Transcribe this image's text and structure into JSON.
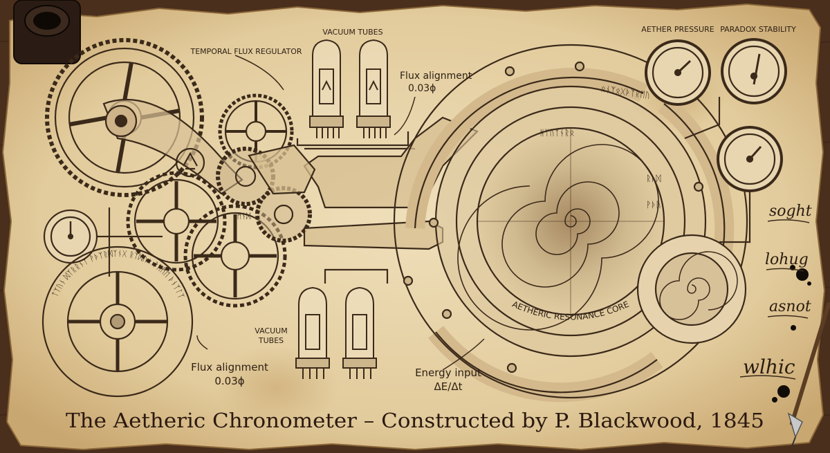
{
  "title": "The Aetheric Chronometer – Constructed by P. Blackwood, 1845",
  "labels": {
    "temporal_flux_regulator": "TEMPORAL FLUX REGULATOR",
    "vacuum_tubes_top": "VACUUM TUBES",
    "vacuum_tubes_bottom_1": "VACUUM",
    "vacuum_tubes_bottom_2": "TUBES",
    "flux_alignment_top_1": "Flux alignment",
    "flux_alignment_top_2": "0.03ϕ",
    "flux_alignment_bottom_1": "Flux alignment",
    "flux_alignment_bottom_2": "0.03ϕ",
    "energy_input_1": "Energy input",
    "energy_input_2": "ΔE/Δt",
    "aether_pressure": "AETHER PRESSURE",
    "paradox_stability": "PARADOX STABILITY",
    "resonance_core": "AETHERIC RESONANCE CORE"
  },
  "margin_notes": [
    "soght",
    "lohug",
    "asnot",
    "wlhic"
  ],
  "rune_bands": {
    "core_top": "ᚻᛉᚢᛉᚾᚱᛟ",
    "outer_ring_top": "ᛟᚾᛉᛟᚷᚦᛉᚱᛖᚢ",
    "outer_ring_right_1": "ᚱᚦᛞ",
    "outer_ring_right_2": "ᚹᚦᚢ",
    "small_gear": "ᚲᛗᚾᛞ",
    "lower_wheel": "ᛏᛉᚢᚾ ᛞᛉᚱᚱᚾᛉ ᚹᚦᛉᚱᛞᛉᚾᚷ ᚱᛉᛞᚢᛟ ᚹᚢᛗᛖ ᚦᚾᛉᛚᛉ"
  },
  "colors": {
    "parchment": "#e4d0a6",
    "ink": "#3b2a1a",
    "wood": "#4a2f1d",
    "ink_blot": "#120c07"
  }
}
